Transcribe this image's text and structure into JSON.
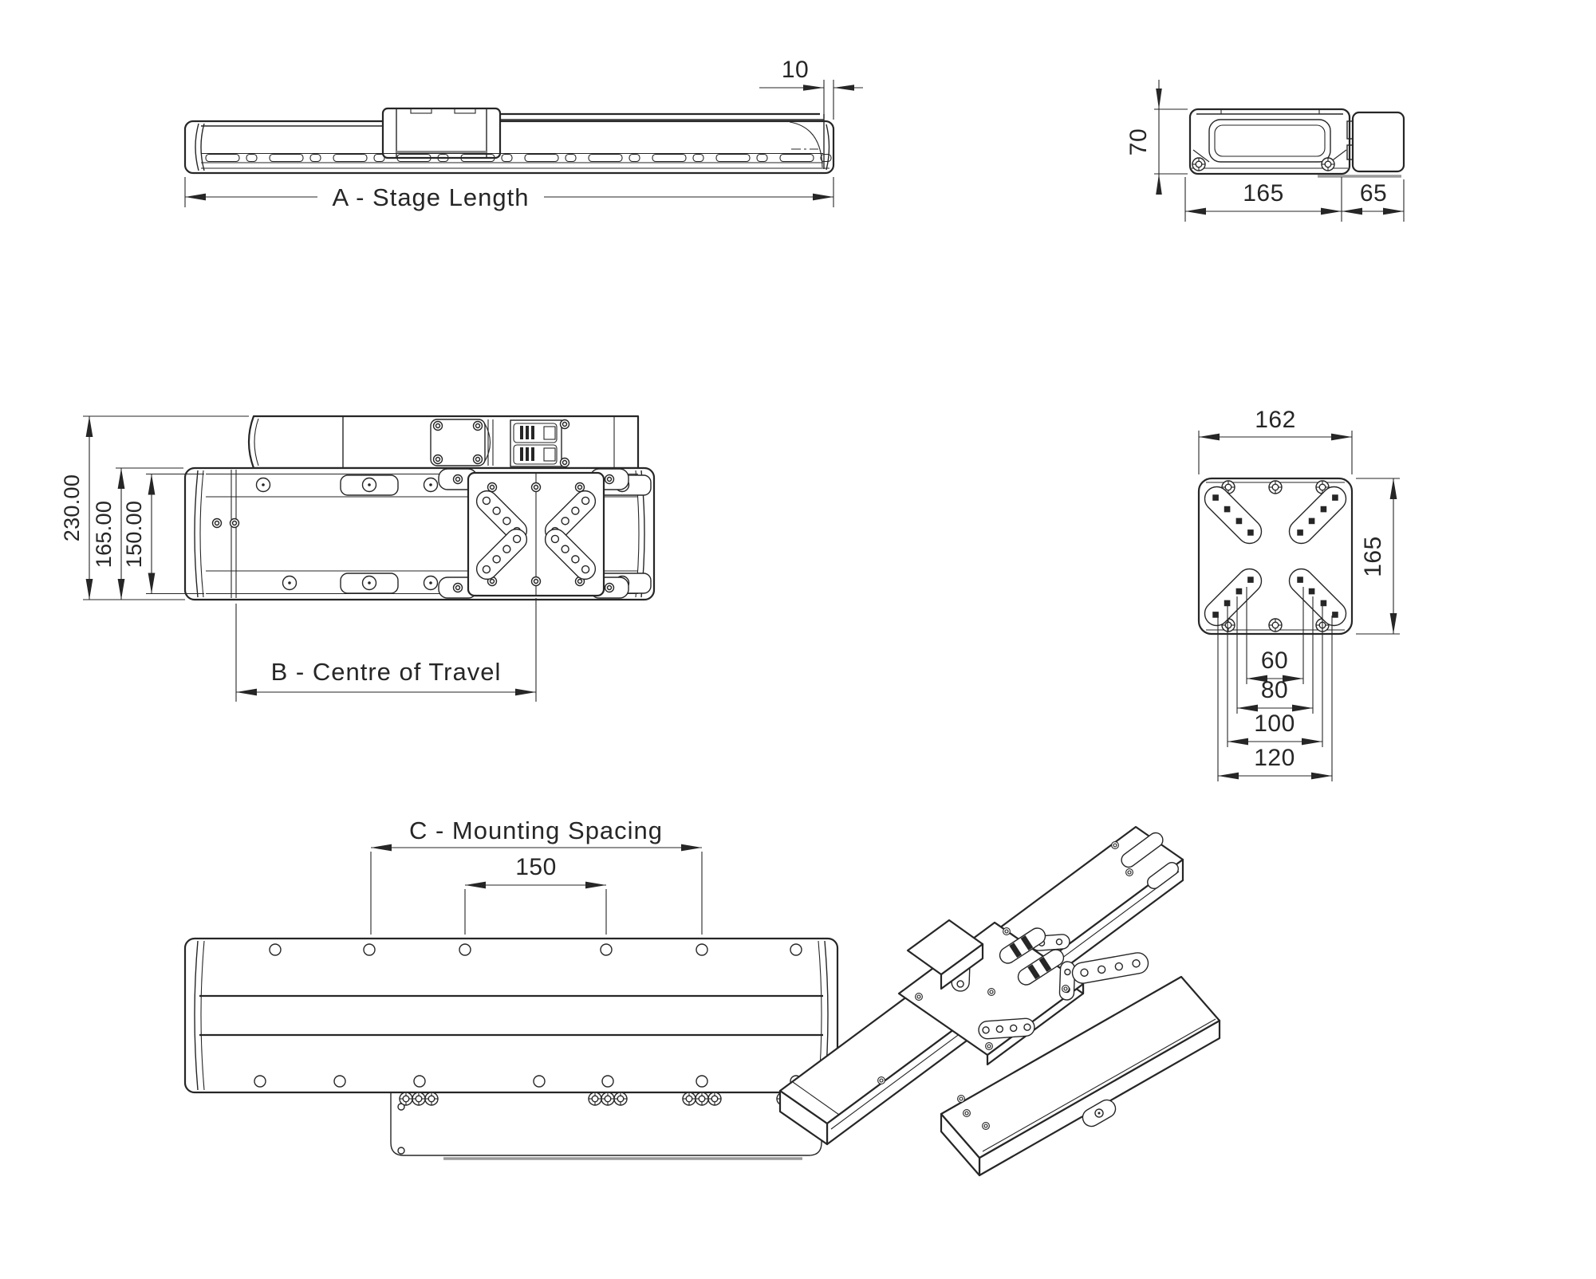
{
  "meta": {
    "background_color": "#ffffff",
    "line_color": "#262626",
    "grey_color": "#9a9a9a"
  },
  "views": {
    "side_elevation": {
      "end_offset": "10",
      "stage_length": "A - Stage Length"
    },
    "end_elevation": {
      "height": "70",
      "base_width": "165",
      "motor_width": "65"
    },
    "plan": {
      "overall_width": "230.00",
      "body_width": "165.00",
      "inner_width": "150.00",
      "centre_of_travel": "B - Centre of Travel"
    },
    "carriage_detail": {
      "plate_width": "162",
      "plate_height": "165",
      "hole_span_1": "60",
      "hole_span_2": "80",
      "hole_span_3": "100",
      "hole_span_4": "120"
    },
    "bottom_view": {
      "mounting_spacing": "C - Mounting Spacing",
      "hole_pitch": "150"
    }
  }
}
